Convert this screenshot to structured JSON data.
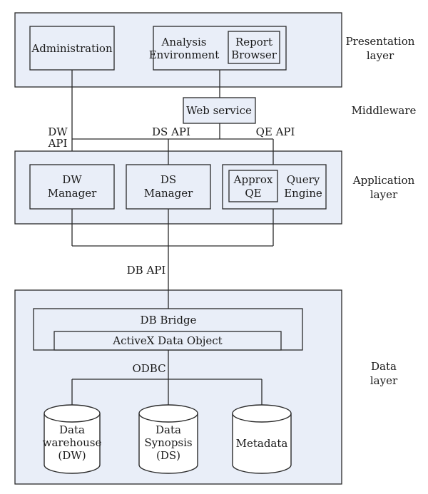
{
  "layers": {
    "presentation": [
      "Presentation",
      "layer"
    ],
    "middleware": [
      "Middleware"
    ],
    "application": [
      "Application",
      "layer"
    ],
    "data": [
      "Data",
      "layer"
    ]
  },
  "components": {
    "administration": [
      "Administration"
    ],
    "analysis_environment": [
      "Analysis",
      "Environment"
    ],
    "report_browser": [
      "Report",
      "Browser"
    ],
    "web_service": [
      "Web service"
    ],
    "dw_manager": [
      "DW",
      "Manager"
    ],
    "ds_manager": [
      "DS",
      "Manager"
    ],
    "approx_qe": [
      "Approx",
      "QE"
    ],
    "query_engine": [
      "Query",
      "Engine"
    ],
    "db_bridge": [
      "DB Bridge"
    ],
    "activex_data_object": [
      "ActiveX Data Object"
    ]
  },
  "interfaces": {
    "dw_api": [
      "DW",
      "API"
    ],
    "ds_api": [
      "DS API"
    ],
    "qe_api": [
      "QE API"
    ],
    "db_api": [
      "DB API"
    ],
    "odbc": [
      "ODBC"
    ]
  },
  "databases": {
    "data_warehouse": [
      "Data",
      "warehouse",
      "(DW)"
    ],
    "data_synopsis": [
      "Data",
      "Synopsis",
      "(DS)"
    ],
    "metadata": [
      "Metadata"
    ]
  },
  "colors": {
    "fill": "#e9eef8",
    "stroke": "#2a2a2a",
    "text": "#1a1a1a"
  }
}
